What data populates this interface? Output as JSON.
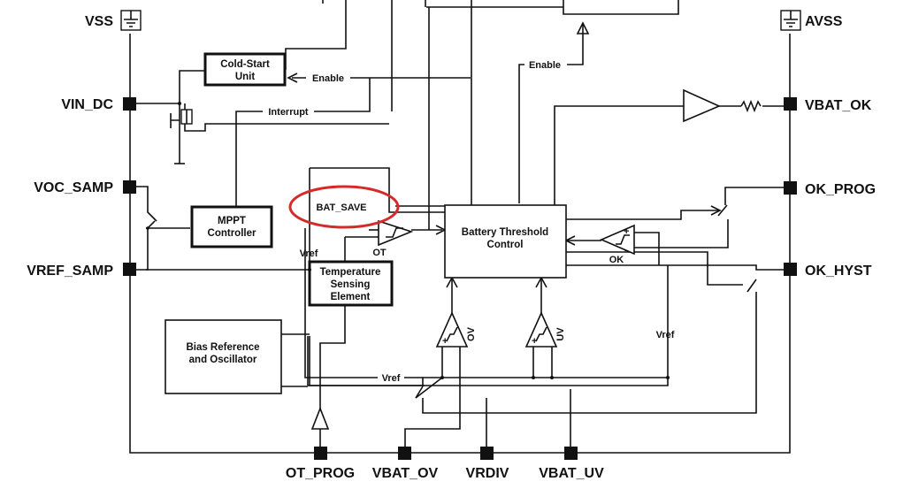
{
  "pins": {
    "vss": "VSS",
    "vin_dc": "VIN_DC",
    "voc_samp": "VOC_SAMP",
    "vref_samp": "VREF_SAMP",
    "avss": "AVSS",
    "vbat_ok": "VBAT_OK",
    "ok_prog": "OK_PROG",
    "ok_hyst": "OK_HYST",
    "ot_prog": "OT_PROG",
    "vbat_ov": "VBAT_OV",
    "vrdiv": "VRDIV",
    "vbat_uv": "VBAT_UV"
  },
  "blocks": {
    "cold_start_line1": "Cold-Start",
    "cold_start_line2": "Unit",
    "mppt_line1": "MPPT",
    "mppt_line2": "Controller",
    "temp_line1": "Temperature",
    "temp_line2": "Sensing",
    "temp_line3": "Element",
    "bias_line1": "Bias Reference",
    "bias_line2": "and Oscillator",
    "btc_line1": "Battery Threshold",
    "btc_line2": "Control"
  },
  "signals": {
    "enable_left": "Enable",
    "enable_right": "Enable",
    "interrupt": "Interrupt",
    "bat_save": "BAT_SAVE",
    "vref_left": "Vref",
    "ot": "OT",
    "vref_bottom": "Vref",
    "vref_right": "Vref",
    "ok": "OK",
    "ov": "OV",
    "uv": "UV"
  },
  "colors": {
    "highlight": "#d62a2a",
    "line": "#111111",
    "background": "#ffffff"
  }
}
